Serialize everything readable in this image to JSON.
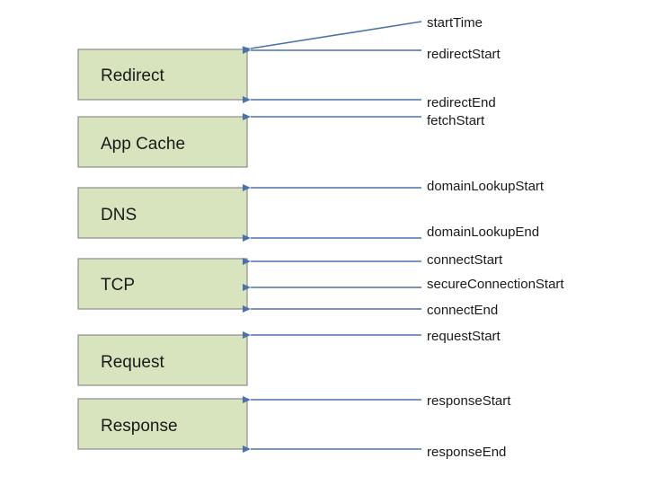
{
  "phases": [
    {
      "label": "Redirect"
    },
    {
      "label": "App Cache"
    },
    {
      "label": "DNS"
    },
    {
      "label": "TCP"
    },
    {
      "label": "Request"
    },
    {
      "label": "Response"
    }
  ],
  "events": [
    {
      "label": "startTime"
    },
    {
      "label": "redirectStart"
    },
    {
      "label": "redirectEnd"
    },
    {
      "label": "fetchStart"
    },
    {
      "label": "domainLookupStart"
    },
    {
      "label": "domainLookupEnd"
    },
    {
      "label": "connectStart"
    },
    {
      "label": "secureConnectionStart"
    },
    {
      "label": "connectEnd"
    },
    {
      "label": "requestStart"
    },
    {
      "label": "responseStart"
    },
    {
      "label": "responseEnd"
    }
  ],
  "colors": {
    "box_fill": "#d7e4bd",
    "box_stroke": "#8c8c8c",
    "arrow": "#4a72a8"
  }
}
